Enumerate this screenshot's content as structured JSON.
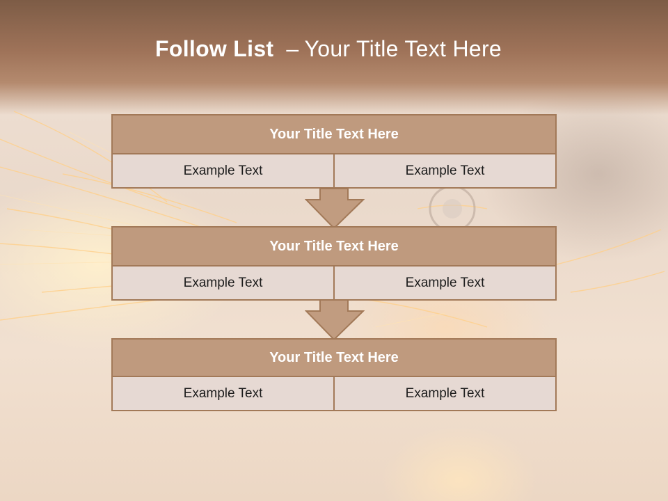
{
  "slide": {
    "title_bold": "Follow List",
    "title_dash": "–",
    "title_rest": "Your Title Text Here"
  },
  "steps": [
    {
      "title": "Your Title Text Here",
      "cells": [
        "Example Text",
        "Example Text"
      ]
    },
    {
      "title": "Your Title Text Here",
      "cells": [
        "Example Text",
        "Example Text"
      ]
    },
    {
      "title": "Your Title Text Here",
      "cells": [
        "Example Text",
        "Example Text"
      ]
    }
  ],
  "colors": {
    "header_fill": "#bf9a7e",
    "border": "#a27958",
    "cell_fill": "#e6d9d3",
    "arrow_fill": "#c19c80",
    "top_band": "#8f6650"
  },
  "icons": {
    "arrow": "down-arrow-icon"
  }
}
